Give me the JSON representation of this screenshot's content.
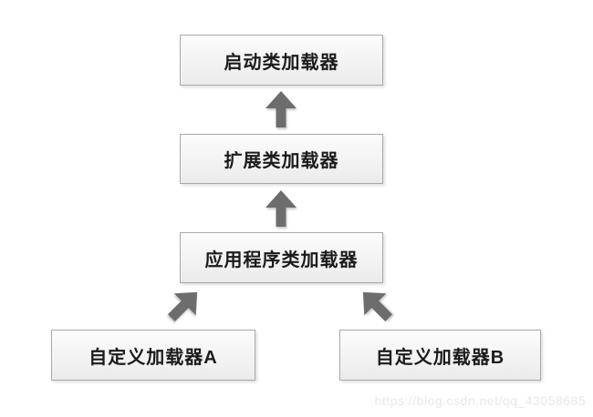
{
  "diagram": {
    "type": "hierarchy-flow",
    "description": "Class loader delegation hierarchy, arrows point upward from child to parent loader",
    "nodes": [
      {
        "id": "bootstrap",
        "label": "启动类加载器"
      },
      {
        "id": "extension",
        "label": "扩展类加载器"
      },
      {
        "id": "application",
        "label": "应用程序类加载器"
      },
      {
        "id": "custom_a",
        "label": "自定义加载器A"
      },
      {
        "id": "custom_b",
        "label": "自定义加载器B"
      }
    ],
    "edges": [
      {
        "from": "extension",
        "to": "bootstrap",
        "direction": "up"
      },
      {
        "from": "application",
        "to": "extension",
        "direction": "up"
      },
      {
        "from": "custom_a",
        "to": "application",
        "direction": "up-right"
      },
      {
        "from": "custom_b",
        "to": "application",
        "direction": "up-left"
      }
    ],
    "colors": {
      "arrow": "#6d6d6d",
      "box_border": "#a9a9a9",
      "box_fill_top": "#fcfcfc",
      "box_fill_bottom": "#ebebeb",
      "text": "#1b1b1b",
      "watermark": "#e8e8e8"
    }
  },
  "watermark": {
    "text": "https://blog.csdn.net/qq_43058685"
  }
}
